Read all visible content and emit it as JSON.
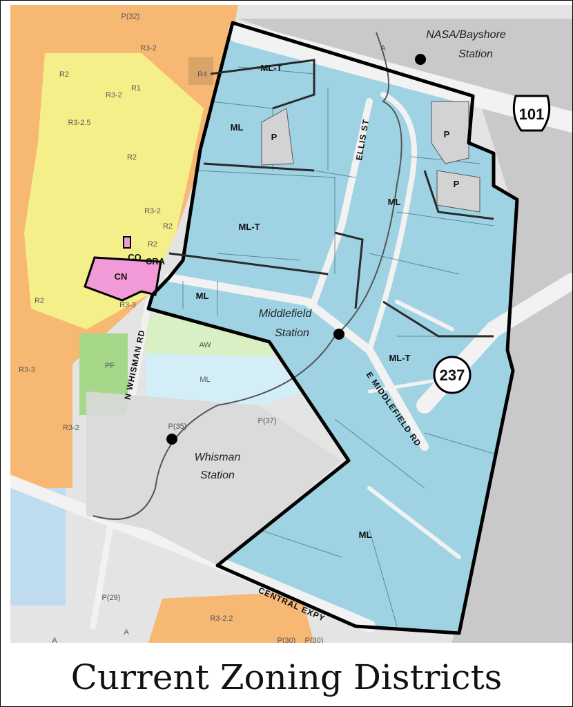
{
  "caption": "Current Zoning Districts",
  "colors": {
    "ml_zone": "#9fd3e3",
    "residential_r3": "#f6b873",
    "residential_r2": "#f5ef8a",
    "commercial_cn": "#f29ad7",
    "public": "#d3d3d3",
    "background": "#e4e4e4",
    "study_boundary": "#000000"
  },
  "zone_labels": {
    "ml_t_north": "ML-T",
    "ml_north": "ML",
    "p_north": "P",
    "p_east_1": "P",
    "p_east_2": "P",
    "ml_center": "ML",
    "ml_t_center": "ML-T",
    "ml_west": "ML",
    "ml_t_east": "ML-T",
    "ml_south": "ML",
    "co": "CO",
    "cra": "CRA",
    "cn": "CN"
  },
  "context_labels": {
    "p32": "P(32)",
    "r3_2_a": "R3-2",
    "r2_a": "R2",
    "r4": "R4",
    "r3_2_b": "R3-2",
    "r1": "R1",
    "r3_2_5": "R3-2.5",
    "r2_b": "R2",
    "r3_2_c": "R3-2",
    "r2_c": "R2",
    "r2_d": "R2",
    "r2_e": "R2",
    "r3_3_a": "R3-3",
    "r3_3_b": "R3-3",
    "pf": "PF",
    "aw": "AW",
    "ml_outside": "ML",
    "p35": "P(35)",
    "p37": "P(37)",
    "r3_2_d": "R3-2",
    "p29": "P(29)",
    "r3_2_2": "R3-2.2",
    "p30a": "P(30)",
    "p30b": "P(30)",
    "a1": "A",
    "a2": "A",
    "a3": "A"
  },
  "stations": {
    "nasa_line1": "NASA/Bayshore",
    "nasa_line2": "Station",
    "middlefield_line1": "Middlefield",
    "middlefield_line2": "Station",
    "whisman_line1": "Whisman",
    "whisman_line2": "Station"
  },
  "roads": {
    "ellis": "ELLIS ST",
    "n_whisman": "N WHISMAN RD",
    "e_middlefield": "E MIDDLEFIELD RD",
    "central": "CENTRAL EXPY"
  },
  "shields": {
    "us101": "101",
    "sr237": "237"
  }
}
